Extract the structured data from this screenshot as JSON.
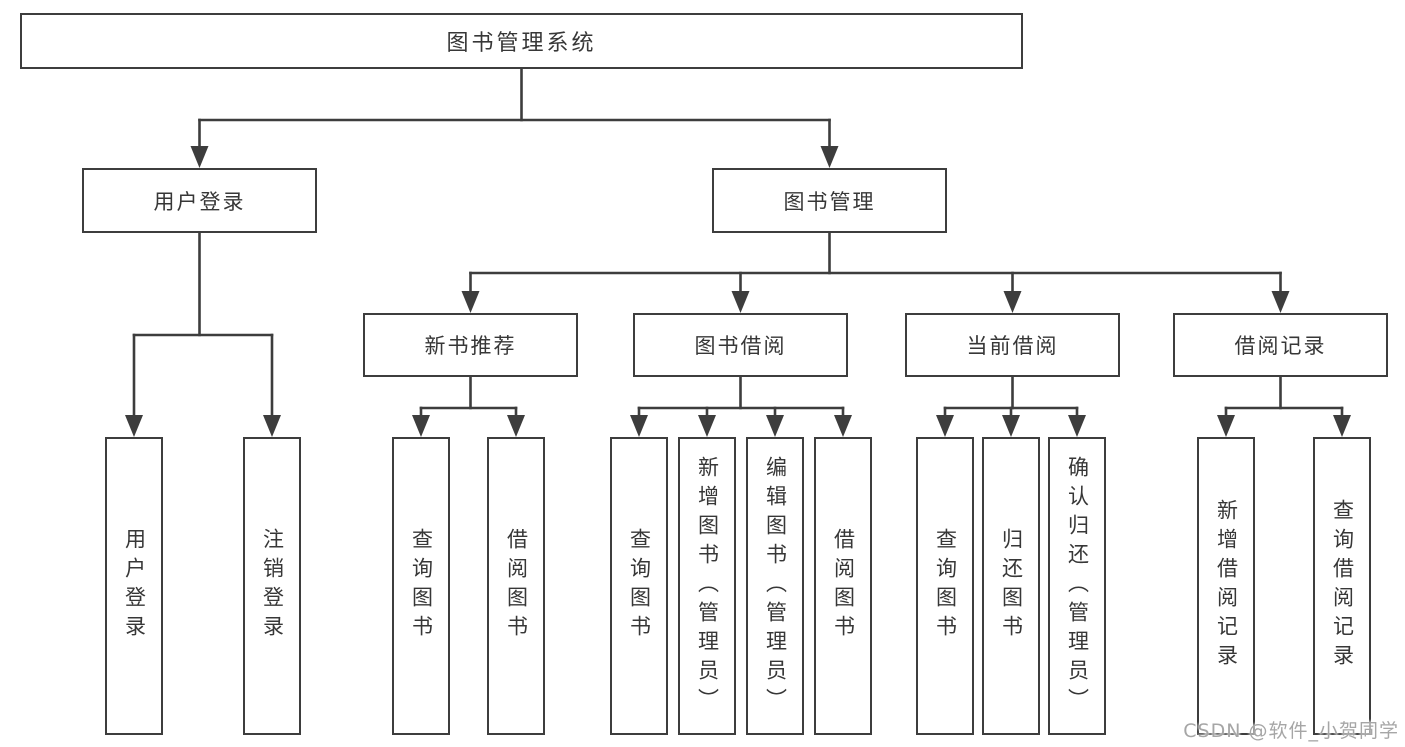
{
  "diagram_type": "hierarchy-tree",
  "colors": {
    "line": "#3d3d3d",
    "text": "#373737",
    "box_background": "#ffffff",
    "background": "#ffffff",
    "watermark": "#a6a6a6"
  },
  "tree": {
    "root": {
      "label": "图书管理系统"
    },
    "branches": [
      {
        "label": "用户登录",
        "children": [
          {
            "label": "用户登录"
          },
          {
            "label": "注销登录"
          }
        ]
      },
      {
        "label": "图书管理",
        "children": [
          {
            "label": "新书推荐",
            "children": [
              {
                "label": "查询图书"
              },
              {
                "label": "借阅图书"
              }
            ]
          },
          {
            "label": "图书借阅",
            "children": [
              {
                "label": "查询图书"
              },
              {
                "label": "新增图书（管理员）"
              },
              {
                "label": "编辑图书（管理员）"
              },
              {
                "label": "借阅图书"
              }
            ]
          },
          {
            "label": "当前借阅",
            "children": [
              {
                "label": "查询图书"
              },
              {
                "label": "归还图书"
              },
              {
                "label": "确认归还（管理员）"
              }
            ]
          },
          {
            "label": "借阅记录",
            "children": [
              {
                "label": "新增借阅记录"
              },
              {
                "label": "查询借阅记录"
              }
            ]
          }
        ]
      }
    ]
  },
  "watermark": "CSDN @软件_小贺同学"
}
